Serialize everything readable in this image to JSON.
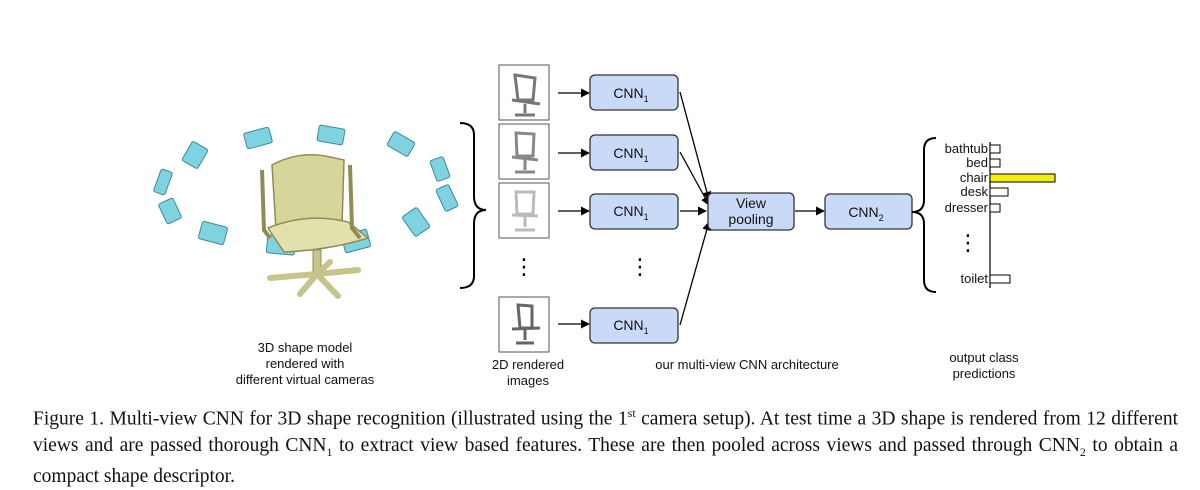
{
  "figure": {
    "left_caption": [
      "3D shape model",
      "rendered with",
      "different virtual cameras"
    ],
    "views_caption": [
      "2D rendered",
      "images"
    ],
    "arch_caption": "our multi-view CNN architecture",
    "output_caption": [
      "output class",
      "predictions"
    ],
    "cnn1_label": "CNN",
    "cnn1_sub": "1",
    "view_pooling_label": [
      "View",
      "pooling"
    ],
    "cnn2_label": "CNN",
    "cnn2_sub": "2",
    "vertical_dots": "⋮",
    "class_labels": [
      "bathtub",
      "bed",
      "chair",
      "desk",
      "dresser",
      "toilet"
    ],
    "predictions": [
      {
        "label": "bathtub",
        "value": 0.1
      },
      {
        "label": "bed",
        "value": 0.1
      },
      {
        "label": "chair",
        "value": 0.65
      },
      {
        "label": "desk",
        "value": 0.18
      },
      {
        "label": "dresser",
        "value": 0.1
      },
      {
        "label": "toilet",
        "value": 0.2
      }
    ],
    "colors": {
      "cnn_box_fill": "#c9daf8",
      "cnn_box_stroke": "#333333",
      "chair_bar": "#f2ee00",
      "camera": "#7fd3e0",
      "chair_body": "#d6d59a"
    }
  },
  "caption": {
    "figure_label": "Figure 1.",
    "part1": "Multi-view CNN for 3D shape recognition (illustrated using the 1",
    "sup": "st",
    "part2": " camera setup). At test time a 3D shape is rendered from 12 different views and are passed thorough CNN",
    "sub1": "1",
    "part3": " to extract view based features. These are then pooled across views and passed through CNN",
    "sub2": "2",
    "part4": " to obtain a compact shape descriptor."
  }
}
